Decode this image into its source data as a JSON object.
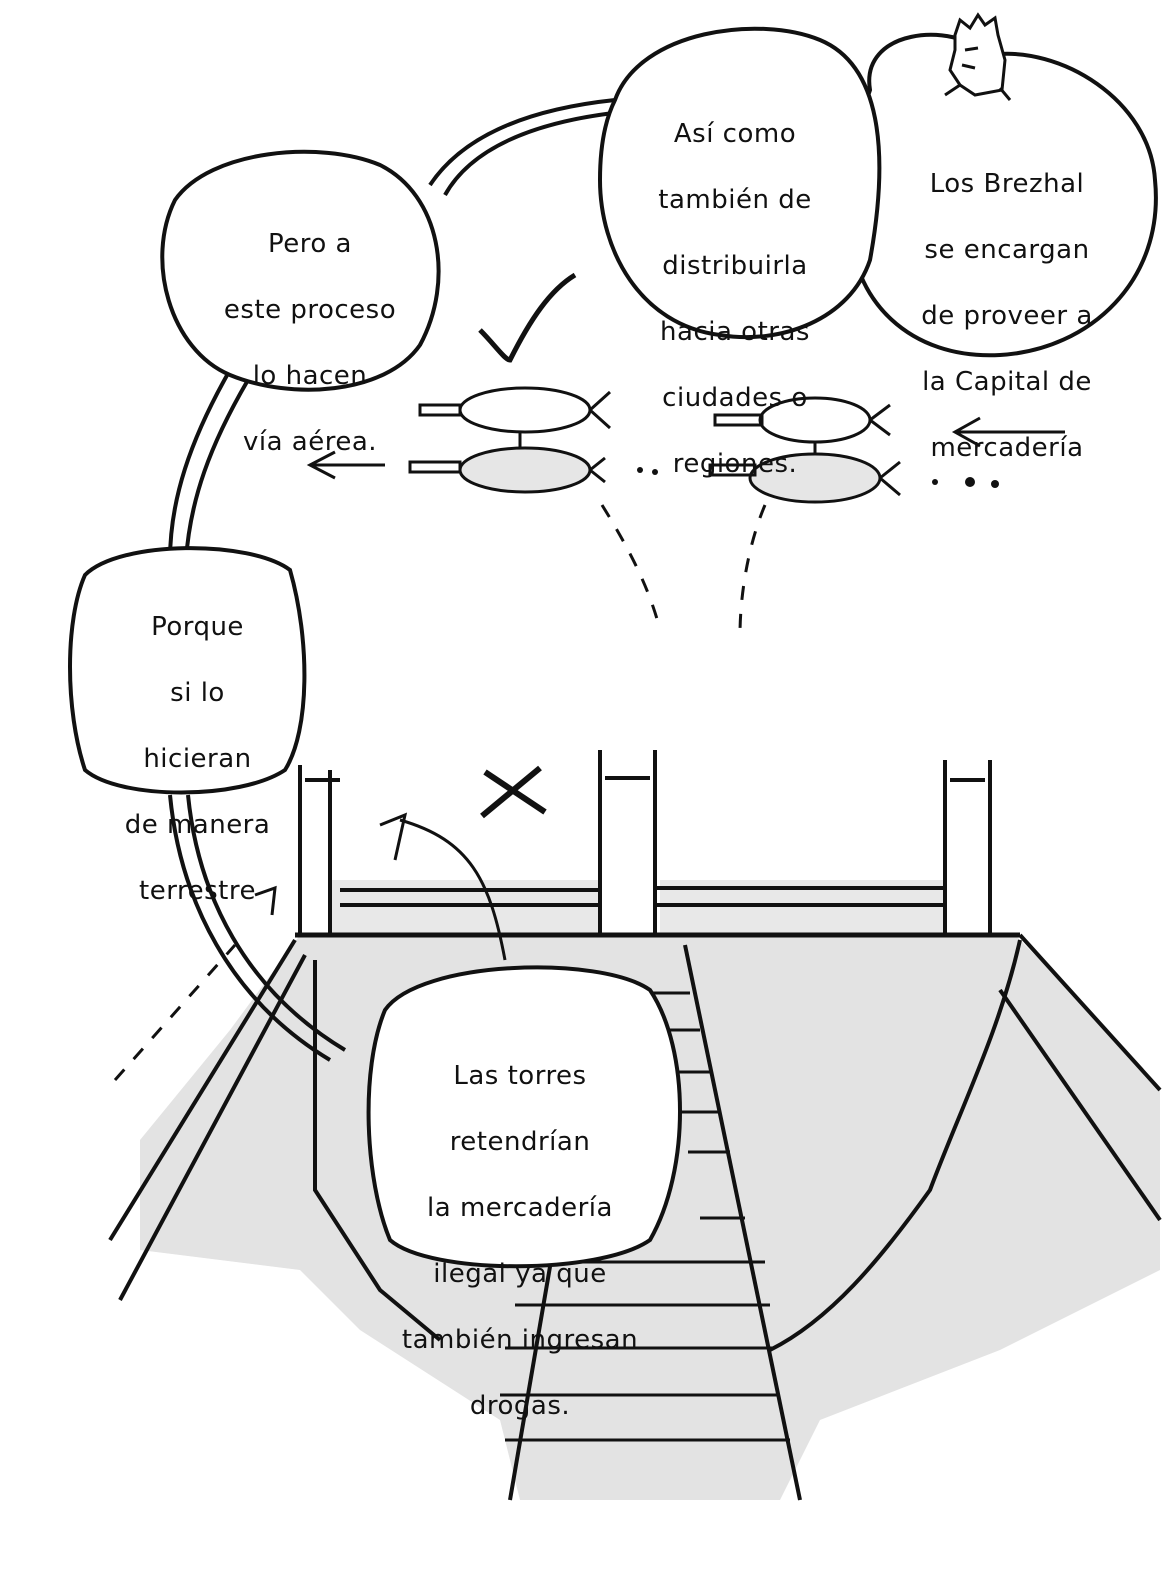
{
  "bubbles": {
    "brezhal": {
      "lines": [
        "Los Brezhal",
        "se encargan",
        "de proveer a",
        "la Capital de",
        "mercadería"
      ]
    },
    "distribuir": {
      "lines": [
        "Así como",
        "también de",
        "distribuirla",
        "hacia otras",
        "ciudades o",
        "regiones."
      ]
    },
    "aerea": {
      "lines": [
        "Pero a",
        "este proceso",
        "lo hacen",
        "vía aérea."
      ]
    },
    "terrestre": {
      "lines": [
        "Porque",
        "si lo",
        "hicieran",
        "de manera",
        "terrestre"
      ]
    },
    "torres": {
      "lines": [
        "Las torres",
        "retendrían",
        "la mercadería",
        "ilegal ya que",
        "también ingresan",
        "drogas."
      ]
    }
  },
  "marks": {
    "check": "check-mark",
    "cross": "cross-mark"
  },
  "colors": {
    "ink": "#111111",
    "shade": "#d9d9d9",
    "paper": "#ffffff"
  }
}
